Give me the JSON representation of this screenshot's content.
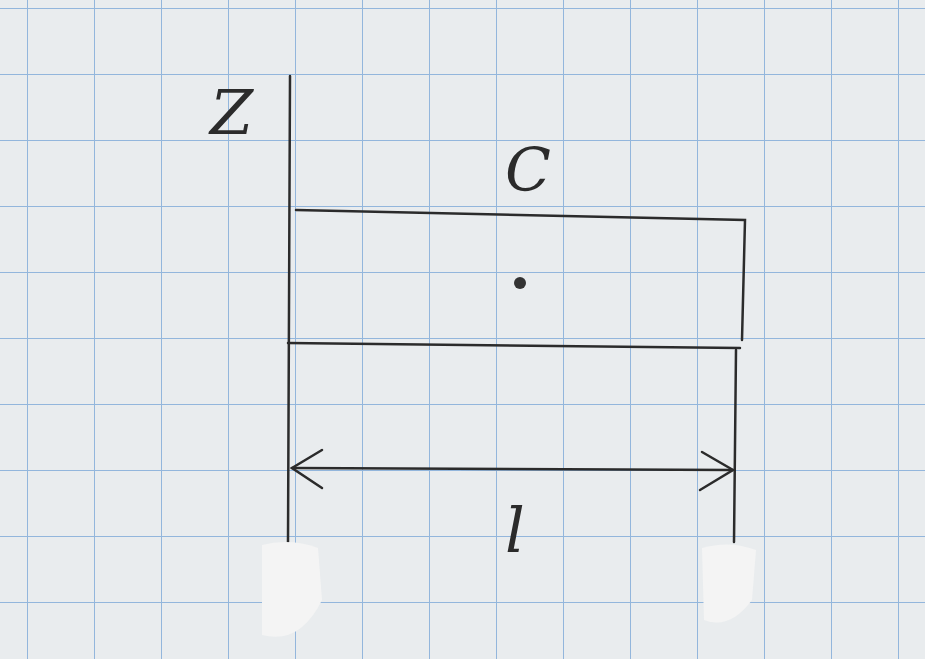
{
  "diagram": {
    "labels": [
      "Z",
      "C",
      "l"
    ]
  }
}
